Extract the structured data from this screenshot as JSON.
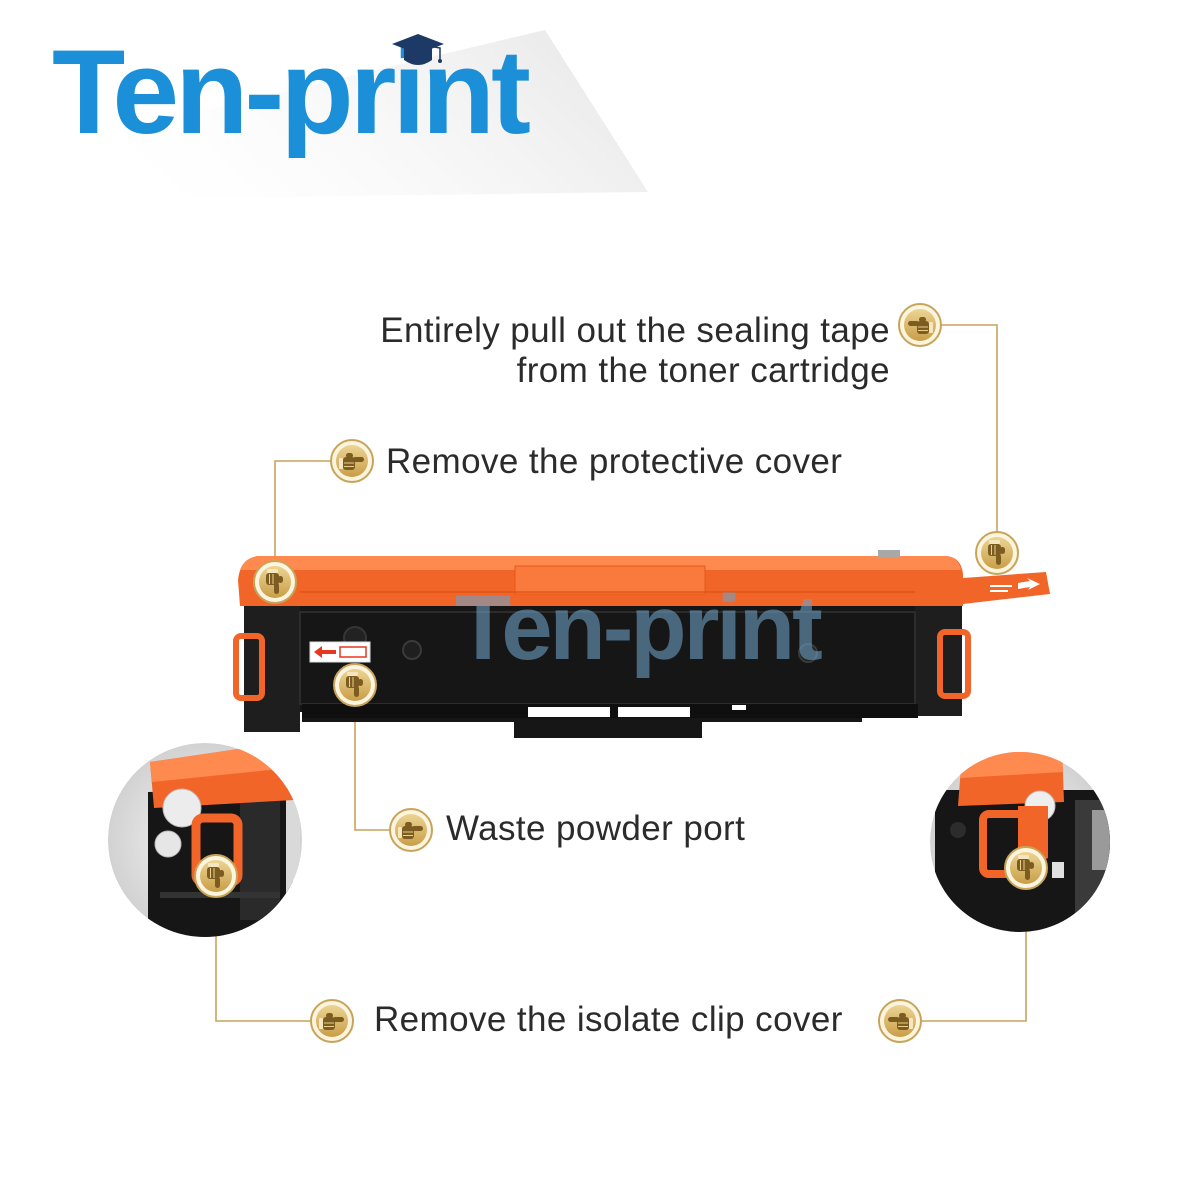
{
  "logo": {
    "text": "Ten-print"
  },
  "watermark": {
    "text": "Ten-print"
  },
  "callouts": {
    "sealing_tape": {
      "line1": "Entirely pull out the sealing tape",
      "line2": "from the toner cartridge"
    },
    "protective_cover": "Remove the protective cover",
    "waste_powder_port": "Waste powder port",
    "isolate_clip_cover": "Remove the isolate clip cover"
  },
  "icons": {
    "pointer": "pointing-hand-icon",
    "logo_cap": "graduation-cap-icon"
  },
  "colors": {
    "accent_gold": "#c8a45a",
    "cartridge_orange": "#f26528",
    "cartridge_body": "#161616",
    "text": "#2b2b2b",
    "logo_blue": "#1b8fd8",
    "logo_cap_navy": "#1d3a66"
  }
}
